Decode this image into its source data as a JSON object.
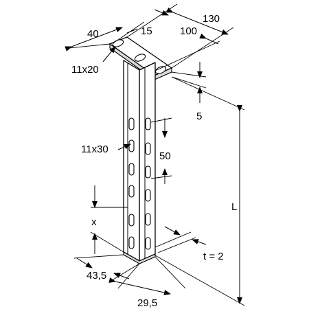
{
  "dimensions": {
    "top_width_130": "130",
    "top_length_100": "100",
    "plate_width_40": "40",
    "hole_offset_15": "15",
    "top_hole_size": "11x20",
    "plate_thickness": "5",
    "column_slot_size": "11x30",
    "slot_pitch": "50",
    "offset_x": "x",
    "length_L": "L",
    "wall_thickness": "t = 2",
    "profile_depth": "43,5",
    "profile_width": "29,5"
  }
}
